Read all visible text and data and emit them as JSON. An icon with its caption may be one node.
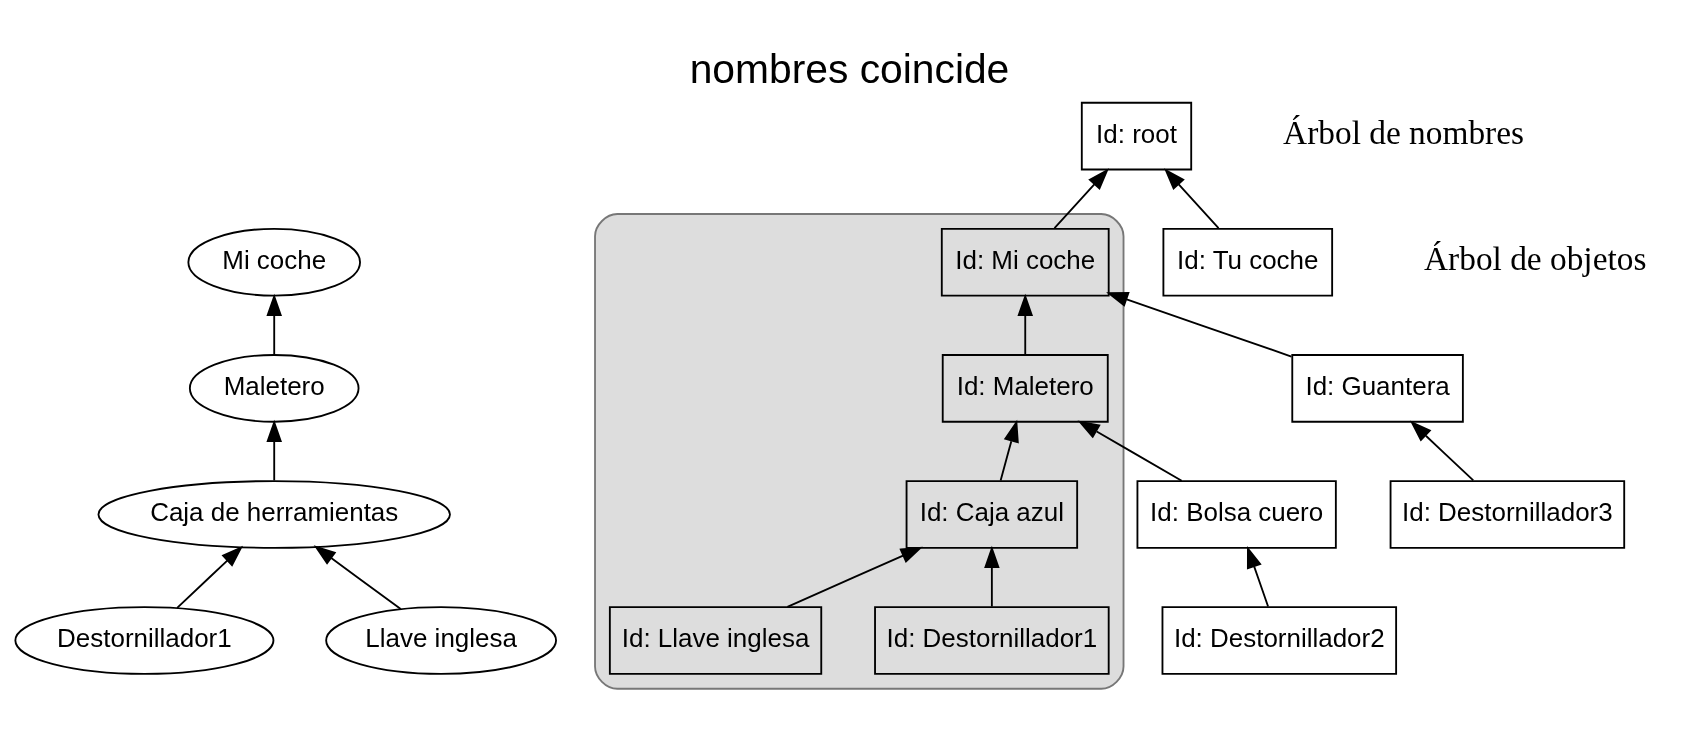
{
  "diagram": {
    "title": "nombres coincide",
    "nodes": [
      {
        "text": [
          "Mi coche"
        ]
      },
      {
        "text": [
          "Maletero"
        ]
      },
      {
        "text": [
          "Caja de herramientas"
        ]
      },
      {
        "text": [
          "Destornillador1"
        ]
      },
      {
        "text": [
          "Llave inglesa"
        ]
      },
      {
        "text": [
          "Id: root"
        ]
      },
      {
        "text": [],
        "shape": "cloud"
      },
      {
        "text": [
          "Id: Mi coche"
        ],
        "in": 6
      },
      {
        "text": [
          "Id: Maletero"
        ],
        "in": 6
      },
      {
        "text": [
          "Id: Caja azul"
        ],
        "in": 6
      },
      {
        "text": [
          "Id: Destornillador1"
        ],
        "in": 6
      },
      {
        "text": [
          "Id: Llave inglesa"
        ],
        "in": 6
      },
      {
        "text": [
          "Id: Tu coche"
        ]
      },
      {
        "text": [
          "Id: Guantera"
        ]
      },
      {
        "text": [
          "Id: Bolsa cuero"
        ]
      },
      {
        "text": [
          "Id: Destornillador2"
        ]
      },
      {
        "text": [
          "Id: Destornillador3"
        ]
      }
    ],
    "edges": [
      {
        "from": 1,
        "to": 0,
        "arrow": "to"
      },
      {
        "from": 2,
        "to": 1,
        "arrow": "to"
      },
      {
        "from": 3,
        "to": 2,
        "arrow": "to"
      },
      {
        "from": 4,
        "to": 2,
        "arrow": "to"
      },
      {
        "from": 7,
        "to": 5,
        "arrow": "to"
      },
      {
        "from": 12,
        "to": 5,
        "arrow": "to"
      },
      {
        "from": 8,
        "to": 7,
        "arrow": "to"
      },
      {
        "from": 13,
        "to": 7,
        "arrow": "to"
      },
      {
        "from": 9,
        "to": 8,
        "arrow": "to"
      },
      {
        "from": 14,
        "to": 8,
        "arrow": "to"
      },
      {
        "from": 10,
        "to": 9,
        "arrow": "to"
      },
      {
        "from": 11,
        "to": 9,
        "arrow": "to"
      },
      {
        "from": 15,
        "to": 14,
        "arrow": "to"
      },
      {
        "from": 16,
        "to": 13,
        "arrow": "to"
      }
    ],
    "labels": [
      "Árbol de objetos",
      "Árbol de nombres"
    ]
  }
}
